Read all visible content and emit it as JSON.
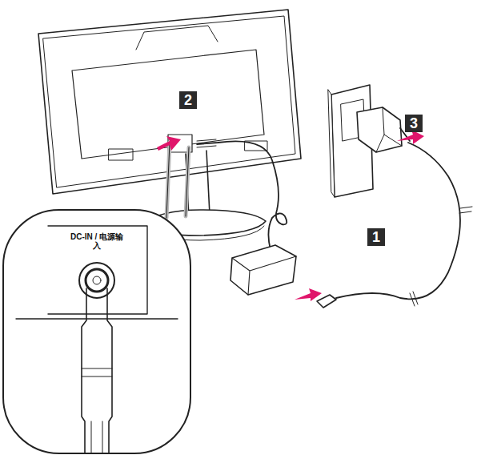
{
  "diagram": {
    "labels": [
      "2",
      "3",
      "1",
      "DC-IN / 电源输入"
    ]
  }
}
